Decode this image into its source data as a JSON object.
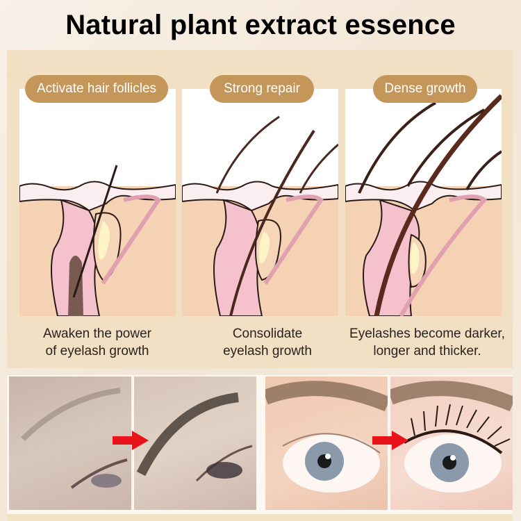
{
  "header": {
    "title": "Natural plant extract essence"
  },
  "stages": [
    {
      "label": "Activate hair follicles",
      "caption_line1": "Awaken the power",
      "caption_line2": "of eyelash growth"
    },
    {
      "label": "Strong repair",
      "caption_line1": "Consolidate",
      "caption_line2": "eyelash growth"
    },
    {
      "label": "Dense growth",
      "caption_line1": "Eyelashes become darker,",
      "caption_line2": "longer and thicker."
    }
  ],
  "comparisons": [
    {
      "subject": "eyebrow",
      "before": "sparse eyebrow",
      "after": "dense eyebrow",
      "arrow": "red-arrow-right"
    },
    {
      "subject": "eyelash",
      "before": "sparse eyelashes",
      "after": "long dark eyelashes",
      "arrow": "red-arrow-right"
    }
  ],
  "colors": {
    "pill": "#c4965a",
    "band": "#f2e0c4",
    "arrow": "#e8141a",
    "skin": "#f6d0b0",
    "follicle_pink": "#f2b7c4",
    "hair": "#5a2a1e"
  }
}
